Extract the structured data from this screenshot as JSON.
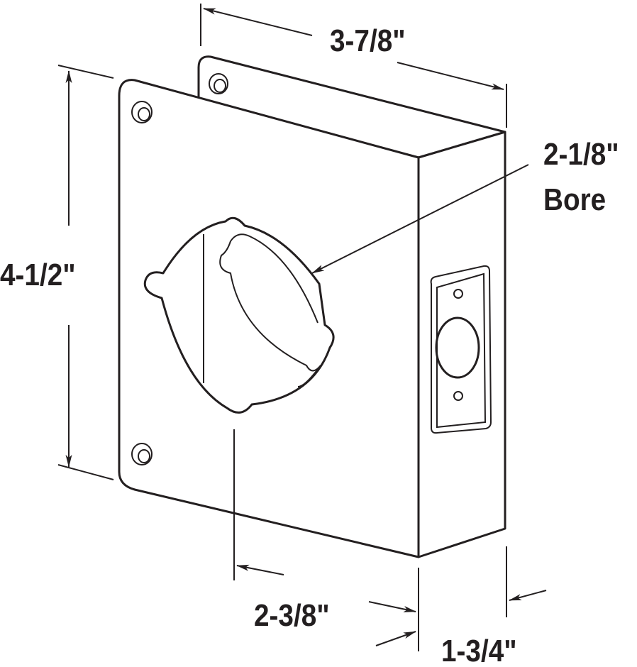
{
  "diagram": {
    "title": "Door reinforcer dimensions",
    "labels": {
      "width": "3-7/8\"",
      "bore_size": "2-1/8\"",
      "bore_word": "Bore",
      "height": "4-1/2\"",
      "backset": "2-3/8\"",
      "door_thickness": "1-3/4\""
    },
    "colors": {
      "line": "#231f20",
      "background": "#ffffff"
    }
  }
}
